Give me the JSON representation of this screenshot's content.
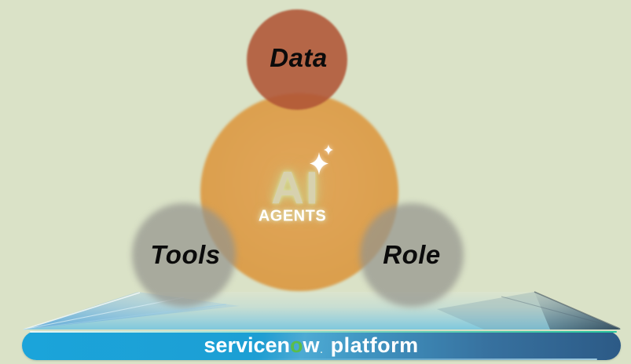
{
  "background": {
    "color": "#dae2c7"
  },
  "diagram": {
    "core": {
      "title": "AI",
      "subtitle": "AGENTS",
      "circle_color": "#dda04e",
      "title_color": "#d7d1ae",
      "icon": "sparkles-icon"
    },
    "nodes": [
      {
        "id": "data",
        "label": "Data",
        "circle_color": "#b4694e",
        "position": "top"
      },
      {
        "id": "tools",
        "label": "Tools",
        "circle_color": "#a9a9a1",
        "position": "bottom-left"
      },
      {
        "id": "role",
        "label": "Role",
        "circle_color": "#a9a9a1",
        "position": "bottom-right"
      }
    ]
  },
  "platform": {
    "brand_prefix": "servicen",
    "brand_green_letter": "o",
    "brand_suffix": "w",
    "registered_mark": ".",
    "product": "platform",
    "brand_green_color": "#5abd4a",
    "banner_gradient_left": "#1ba4da",
    "banner_gradient_right": "#2c5a86",
    "top_highlight_color": "#27c49e"
  }
}
